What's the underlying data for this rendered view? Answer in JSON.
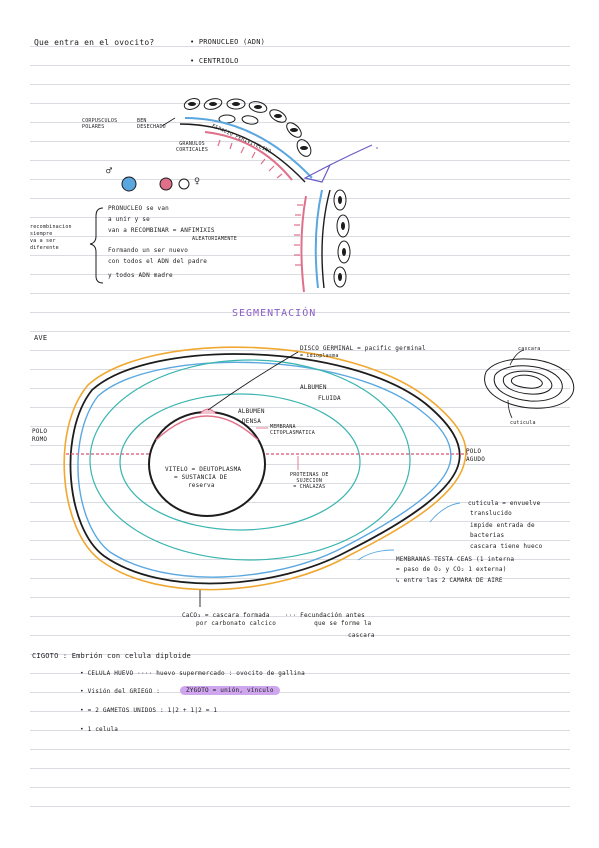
{
  "header": {
    "question": "Que entra en el ovocito?",
    "bullet_pronucleo": "• PRONUCLEO (ADN)",
    "bullet_centriolo": "• CENTRIOLO"
  },
  "top_diagram": {
    "corpusculos": "CORPUSCULOS\nPOLARES",
    "ben_desechado": "BEN\nDESECHADO",
    "espacio_perivitelino": "ESPACIO PERIVITELINO",
    "granulos_corticales": "GRANULOS\nCORTICALES",
    "male_symbol": "♂",
    "female_symbol": "♀"
  },
  "recombination": {
    "left_label": "recombinacion\nsiempre\nva a ser\ndiferente",
    "line1": "PRONUCLEO se van",
    "line2": "a unir y se",
    "line3": "van a RECOMBINAR = ANFIMIXIS",
    "line4": "ALEATORIAMENTE",
    "line5": "Formando un ser nuevo",
    "line6": "con todos el ADN del padre",
    "line7": "y todos ADN madre"
  },
  "section_title": "SEGMENTACIÓN",
  "egg": {
    "ave": "AVE",
    "disco_germinal": "DISCO GERMINAL = pacific germinal",
    "disco_germinal_sub": "= idioplasma",
    "albumen_fluida_1": "ALBUMEN",
    "albumen_fluida_2": "FLUIDA",
    "albumen_densa_1": "ALBUMEN",
    "albumen_densa_2": "DENSA",
    "membrana": "MEMBRANA\nCITOPLASMATICA",
    "polo_romo": "POLO\nROMO",
    "polo_agudo": "POLO\nAGUDO",
    "vitelo_1": "VITELO = DEUTOPLASMA",
    "vitelo_2": "= SUSTANCIA DE",
    "vitelo_3": "reserva",
    "proteinas": "PROTEINAS DE\nSUJECION\n= CHALAZAS",
    "cascara": "cascara",
    "cuticula_small": "cuticula",
    "cuticula_1": "cuticula = envuelve",
    "cuticula_2": "translucido",
    "cuticula_3": "impide entrada de",
    "cuticula_4": "bacterias",
    "cuticula_5": "cascara tiene hueco",
    "membranas_1": "MEMBRANAS TESTA CEAS (1 interna",
    "membranas_2": "= paso de O₂ y CO₂    1 externa)",
    "membranas_3": "↳ entre las 2 CAMARA DE AIRE",
    "caco3_1": "CaCO₃ = cascara formada    ··· Fecundación antes",
    "caco3_2": "por carbonato calcico          que se forme la",
    "caco3_3": "cascara"
  },
  "cigoto": {
    "heading": "CIGOTO : Embrión con celula diploide",
    "b1": "• CELULA HUEVO ···· huevo supermercado : ovocito de gallina",
    "b2_pre": "• Visión del GRIEGO :",
    "b2_hl": "ZYGOTO = unión, vínculo",
    "b3": "• = 2 GAMETOS UNIDOS  :  1|2 + 1|2 = 1",
    "b4": "• 1 celula"
  },
  "colors": {
    "ink": "#1c1c1c",
    "blue": "#5aa7e0",
    "pink": "#e0708a",
    "teal": "#3bb5b0",
    "orange": "#f0a830",
    "purple": "#8a5cc7",
    "highlight": "#cfa6ee"
  }
}
